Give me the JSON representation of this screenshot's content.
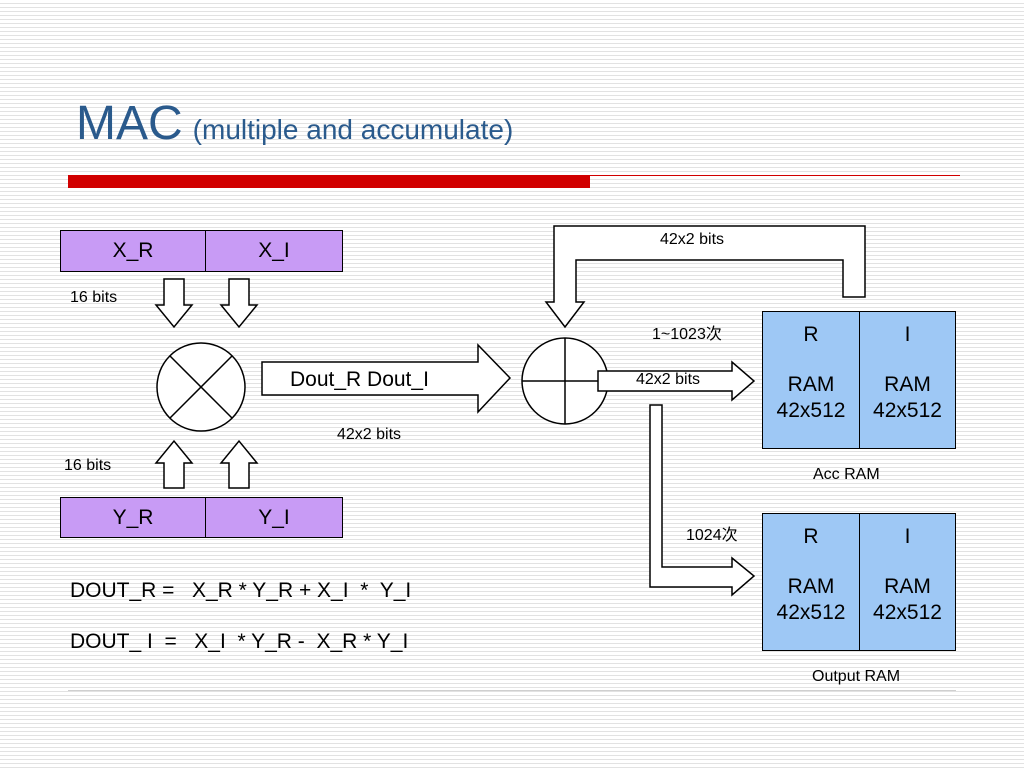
{
  "title": {
    "main": "MAC",
    "subtitle": "(multiple and accumulate)"
  },
  "inputs": {
    "x_r": "X_R",
    "x_i": "X_I",
    "y_r": "Y_R",
    "y_i": "Y_I",
    "x_bits": "16 bits",
    "y_bits": "16 bits"
  },
  "multiplier_output": {
    "label": "Dout_R  Dout_I",
    "bits": "42x2 bits"
  },
  "feedback_bits": "42x2 bits",
  "acc_path": {
    "count": "1~1023次",
    "bits": "42x2 bits"
  },
  "output_path": {
    "count": "1024次"
  },
  "acc_ram": {
    "caption": "Acc RAM",
    "r_label": "R",
    "i_label": "I",
    "r_type": "RAM",
    "i_type": "RAM",
    "r_size": "42x512",
    "i_size": "42x512"
  },
  "output_ram": {
    "caption": "Output RAM",
    "r_label": "R",
    "i_label": "I",
    "r_type": "RAM",
    "i_type": "RAM",
    "r_size": "42x512",
    "i_size": "42x512"
  },
  "formulas": {
    "dout_r": "DOUT_R =   X_R * Y_R + X_I  *  Y_I",
    "dout_i": "DOUT_ I  =   X_I  * Y_R -  X_R * Y_I"
  },
  "colors": {
    "title": "#2a5a8c",
    "accent_red": "#d10000",
    "input_cell": "#c89bf5",
    "ram_cell": "#9ec8f5"
  }
}
